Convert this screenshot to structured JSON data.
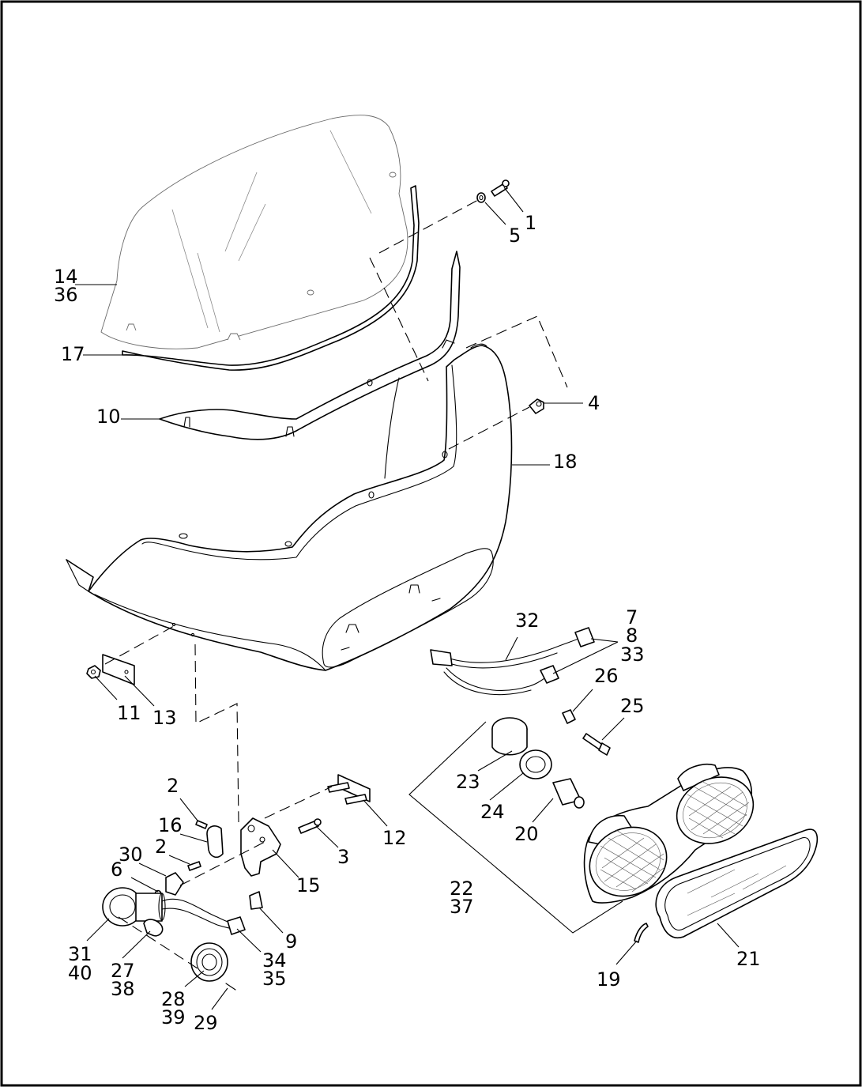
{
  "colors": {
    "ink": "#000000",
    "paper": "#ffffff"
  },
  "callouts": [
    {
      "id": "c1",
      "label": "1"
    },
    {
      "id": "c5",
      "label": "5"
    },
    {
      "id": "c14",
      "label": "14"
    },
    {
      "id": "c36",
      "label": "36"
    },
    {
      "id": "c17",
      "label": "17"
    },
    {
      "id": "c10",
      "label": "10"
    },
    {
      "id": "c4",
      "label": "4"
    },
    {
      "id": "c18",
      "label": "18"
    },
    {
      "id": "c32",
      "label": "32"
    },
    {
      "id": "c7",
      "label": "7"
    },
    {
      "id": "c8",
      "label": "8"
    },
    {
      "id": "c33",
      "label": "33"
    },
    {
      "id": "c26",
      "label": "26"
    },
    {
      "id": "c25",
      "label": "25"
    },
    {
      "id": "c11",
      "label": "11"
    },
    {
      "id": "c13",
      "label": "13"
    },
    {
      "id": "c23",
      "label": "23"
    },
    {
      "id": "c24",
      "label": "24"
    },
    {
      "id": "c20",
      "label": "20"
    },
    {
      "id": "c2a",
      "label": "2"
    },
    {
      "id": "c16",
      "label": "16"
    },
    {
      "id": "c12",
      "label": "12"
    },
    {
      "id": "c30",
      "label": "30"
    },
    {
      "id": "c2b",
      "label": "2"
    },
    {
      "id": "c3",
      "label": "3"
    },
    {
      "id": "c6",
      "label": "6"
    },
    {
      "id": "c15",
      "label": "15"
    },
    {
      "id": "c22",
      "label": "22"
    },
    {
      "id": "c37",
      "label": "37"
    },
    {
      "id": "c9",
      "label": "9"
    },
    {
      "id": "c31",
      "label": "31"
    },
    {
      "id": "c40",
      "label": "40"
    },
    {
      "id": "c27",
      "label": "27"
    },
    {
      "id": "c38",
      "label": "38"
    },
    {
      "id": "c34",
      "label": "34"
    },
    {
      "id": "c35",
      "label": "35"
    },
    {
      "id": "c21",
      "label": "21"
    },
    {
      "id": "c28",
      "label": "28"
    },
    {
      "id": "c39",
      "label": "39"
    },
    {
      "id": "c19",
      "label": "19"
    },
    {
      "id": "c29",
      "label": "29"
    }
  ]
}
